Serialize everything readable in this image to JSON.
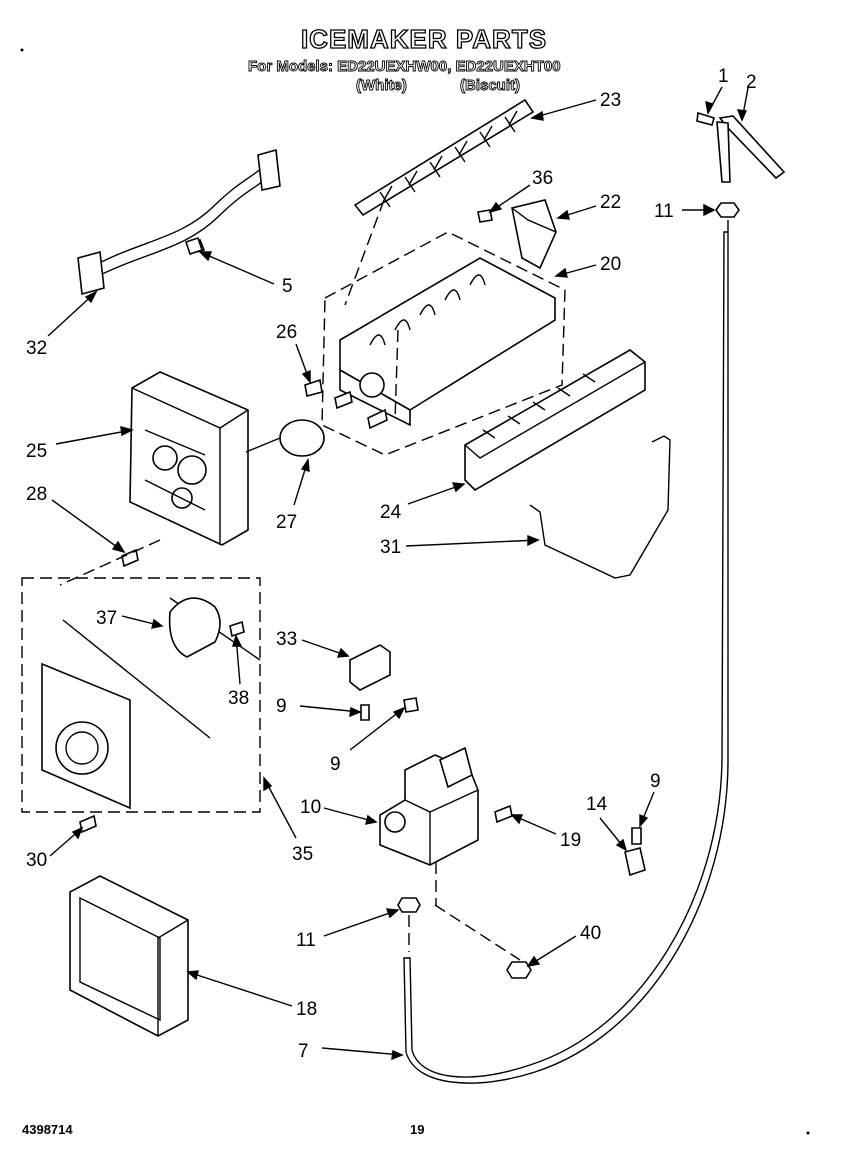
{
  "header": {
    "title": "ICEMAKER PARTS",
    "models": "For Models: ED22UEXHW00, ED22UEXHT00",
    "variant_white": "(White)",
    "variant_biscuit": "(Biscuit)"
  },
  "footer": {
    "doc_number": "4398714",
    "page_number": "19"
  },
  "callouts": [
    "1",
    "2",
    "23",
    "36",
    "22",
    "11",
    "20",
    "5",
    "32",
    "26",
    "25",
    "27",
    "28",
    "24",
    "31",
    "37",
    "33",
    "38",
    "9",
    "9",
    "9",
    "10",
    "19",
    "14",
    "30",
    "35",
    "11",
    "40",
    "18",
    "7"
  ]
}
